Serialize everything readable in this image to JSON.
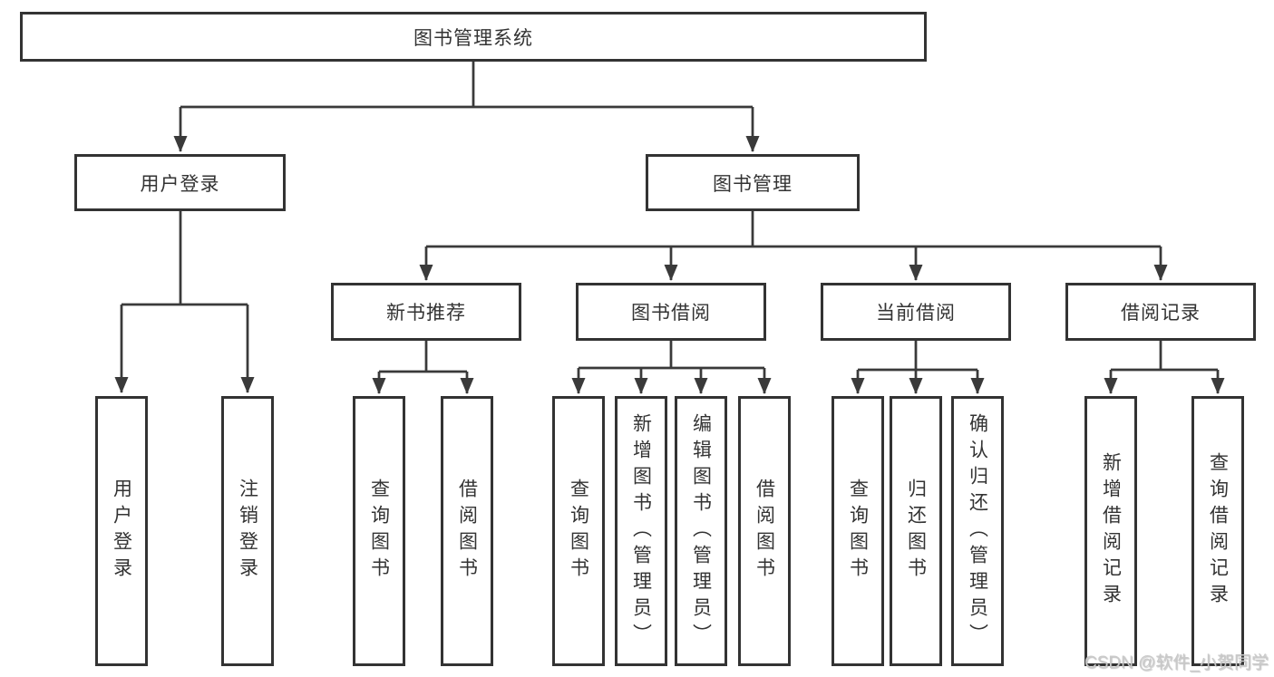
{
  "diagram": {
    "root": {
      "label": "图书管理系统"
    },
    "level2": [
      {
        "label": "用户登录",
        "parent": "图书管理系统"
      },
      {
        "label": "图书管理",
        "parent": "图书管理系统"
      }
    ],
    "level3": [
      {
        "label": "新书推荐",
        "parent": "图书管理"
      },
      {
        "label": "图书借阅",
        "parent": "图书管理"
      },
      {
        "label": "当前借阅",
        "parent": "图书管理"
      },
      {
        "label": "借阅记录",
        "parent": "图书管理"
      }
    ],
    "leaves": [
      {
        "label": "用户登录",
        "parent": "用户登录"
      },
      {
        "label": "注销登录",
        "parent": "用户登录"
      },
      {
        "label": "查询图书",
        "parent": "新书推荐"
      },
      {
        "label": "借阅图书",
        "parent": "新书推荐"
      },
      {
        "label": "查询图书",
        "parent": "图书借阅"
      },
      {
        "label": "新增图书（管理员）",
        "parent": "图书借阅"
      },
      {
        "label": "编辑图书（管理员）",
        "parent": "图书借阅"
      },
      {
        "label": "借阅图书",
        "parent": "图书借阅"
      },
      {
        "label": "查询图书",
        "parent": "当前借阅"
      },
      {
        "label": "归还图书",
        "parent": "当前借阅"
      },
      {
        "label": "确认归还（管理员）",
        "parent": "当前借阅"
      },
      {
        "label": "新增借阅记录",
        "parent": "借阅记录"
      },
      {
        "label": "查询借阅记录",
        "parent": "借阅记录"
      }
    ]
  },
  "watermark": {
    "text": "CSDN @软件_小贺同学"
  },
  "colors": {
    "line": "#3a3a3a",
    "box_border": "#333333",
    "box_fill": "#ffffff",
    "text": "#333333",
    "watermark": "#c9c9c9",
    "background": "#ffffff"
  }
}
